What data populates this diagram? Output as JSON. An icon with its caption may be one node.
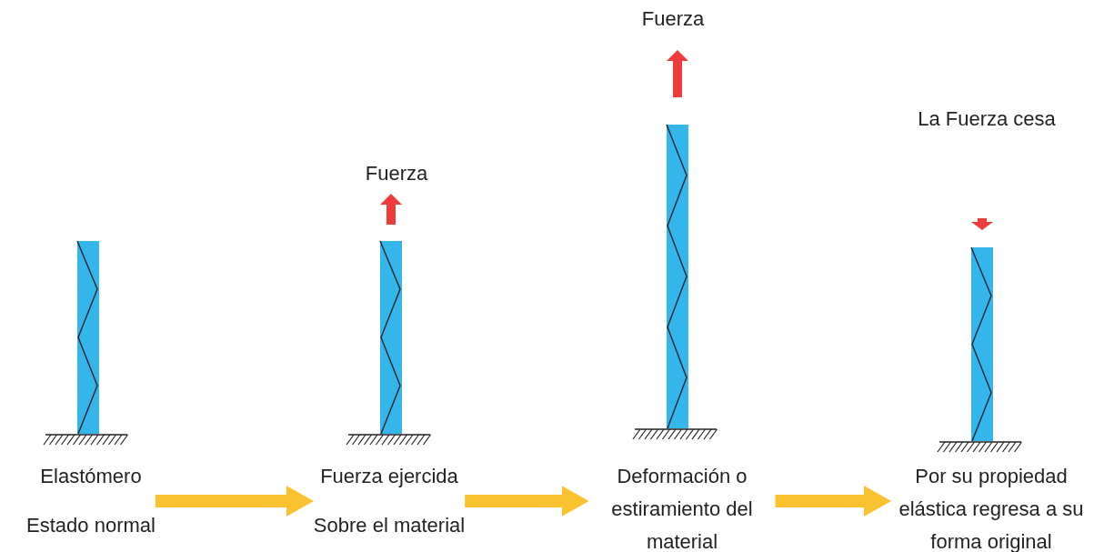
{
  "diagram": {
    "nodes": [
      {
        "text": [
          "Elastómero",
          "Estado normal"
        ]
      },
      {
        "text": [
          "Fuerza ejercida",
          "Sobre el material"
        ]
      },
      {
        "text": [
          "Deformación o estiramiento del material"
        ]
      },
      {
        "text": [
          "Por su propiedad elástica regresa a su forma original"
        ]
      }
    ],
    "edges": [
      {
        "from": 0,
        "to": 1,
        "arrow": "to"
      },
      {
        "from": 1,
        "to": 2,
        "arrow": "to"
      },
      {
        "from": 2,
        "to": 3,
        "arrow": "to"
      }
    ],
    "labels": [
      "Fuerza",
      "La Fuerza cesa",
      "Fuerza"
    ]
  }
}
